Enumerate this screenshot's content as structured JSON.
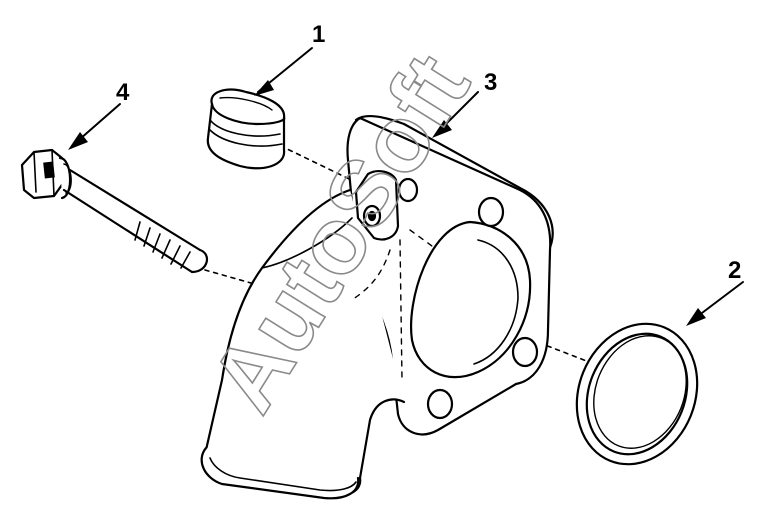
{
  "callouts": [
    {
      "id": "1",
      "label": "1"
    },
    {
      "id": "2",
      "label": "2"
    },
    {
      "id": "3",
      "label": "3"
    },
    {
      "id": "4",
      "label": "4"
    }
  ],
  "watermark": "AutoSoft",
  "colors": {
    "line": "#000000",
    "watermark": "#8a8a8a",
    "background": "#ffffff"
  }
}
